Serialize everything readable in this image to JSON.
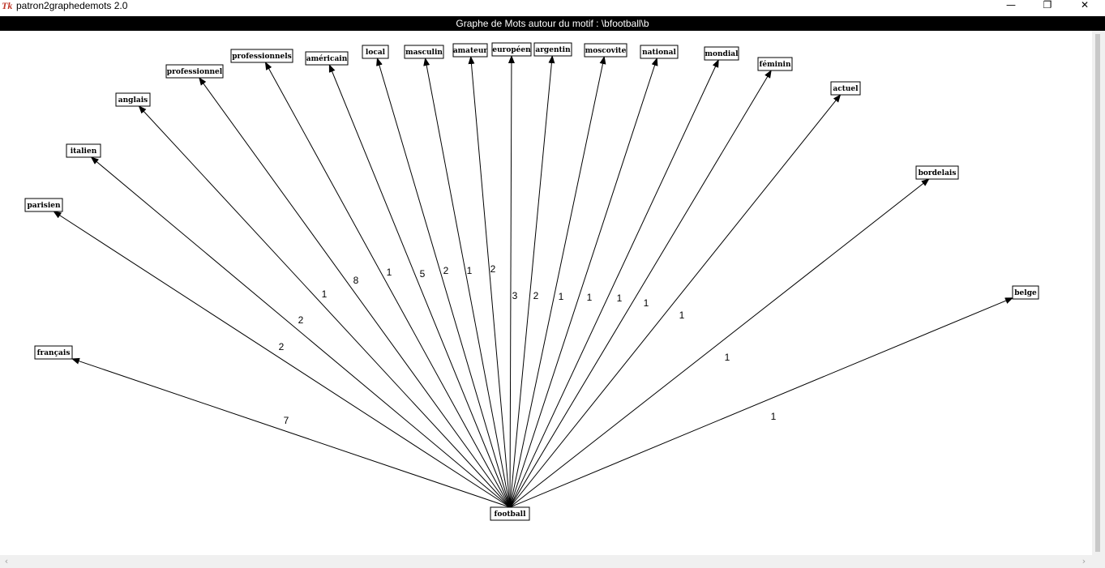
{
  "window": {
    "icon_text": "Tk",
    "title": "patron2graphedemots 2.0",
    "minimize_glyph": "—",
    "maximize_glyph": "❐",
    "close_glyph": "✕"
  },
  "header": {
    "title": "Graphe de Mots autour du motif : \\bfootball\\b"
  },
  "graph": {
    "center": {
      "label": "football"
    },
    "nodes": [
      {
        "label": "français",
        "weight": "7"
      },
      {
        "label": "parisien",
        "weight": "2"
      },
      {
        "label": "italien",
        "weight": "2"
      },
      {
        "label": "anglais",
        "weight": "1"
      },
      {
        "label": "professionnel",
        "weight": "8"
      },
      {
        "label": "professionnels",
        "weight": "1"
      },
      {
        "label": "américain",
        "weight": "5"
      },
      {
        "label": "local",
        "weight": "2"
      },
      {
        "label": "masculin",
        "weight": "1"
      },
      {
        "label": "amateur",
        "weight": "2"
      },
      {
        "label": "européen",
        "weight": "3"
      },
      {
        "label": "argentin",
        "weight": "2"
      },
      {
        "label": "moscovite",
        "weight": "1"
      },
      {
        "label": "national",
        "weight": "1"
      },
      {
        "label": "mondial",
        "weight": "1"
      },
      {
        "label": "féminin",
        "weight": "1"
      },
      {
        "label": "actuel",
        "weight": "1"
      },
      {
        "label": "bordelais",
        "weight": "1"
      },
      {
        "label": "belge",
        "weight": "1"
      }
    ]
  },
  "scrollbars": {
    "left_arrow": "‹",
    "right_arrow": "›"
  },
  "colors": {
    "header_bg": "#000000",
    "header_text": "#ffffff",
    "canvas_bg": "#ffffff",
    "edge": "#000000"
  }
}
